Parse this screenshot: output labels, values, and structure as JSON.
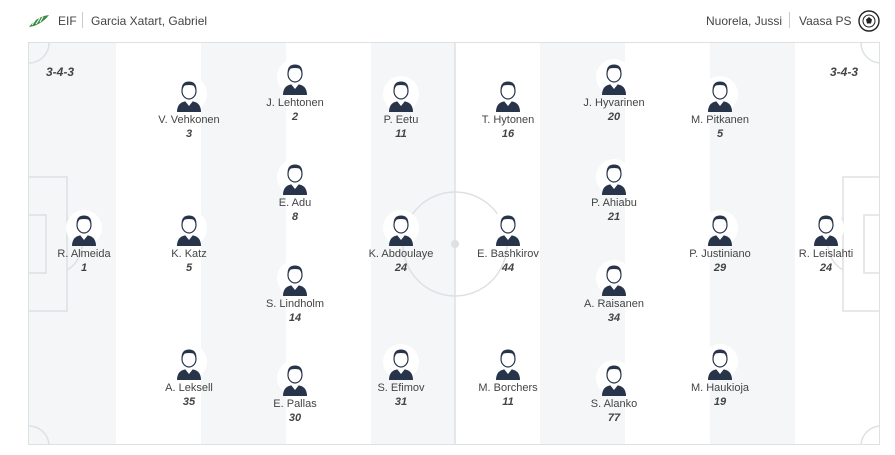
{
  "header": {
    "home_team": "EIF",
    "home_coach": "Garcia Xatart, Gabriel",
    "away_coach": "Nuorela, Jussi",
    "away_team": "Vaasa PS"
  },
  "home": {
    "formation": "3-4-3",
    "players": [
      {
        "name": "R. Almeida",
        "number": "1"
      },
      {
        "name": "V. Vehkonen",
        "number": "3"
      },
      {
        "name": "K. Katz",
        "number": "5"
      },
      {
        "name": "A. Leksell",
        "number": "35"
      },
      {
        "name": "J. Lehtonen",
        "number": "2"
      },
      {
        "name": "E. Adu",
        "number": "8"
      },
      {
        "name": "S. Lindholm",
        "number": "14"
      },
      {
        "name": "E. Pallas",
        "number": "30"
      },
      {
        "name": "P. Eetu",
        "number": "11"
      },
      {
        "name": "K. Abdoulaye",
        "number": "24"
      },
      {
        "name": "S. Efimov",
        "number": "31"
      }
    ]
  },
  "away": {
    "formation": "3-4-3",
    "players": [
      {
        "name": "T. Hytonen",
        "number": "16"
      },
      {
        "name": "E. Bashkirov",
        "number": "44"
      },
      {
        "name": "M. Borchers",
        "number": "11"
      },
      {
        "name": "J. Hyvarinen",
        "number": "20"
      },
      {
        "name": "P. Ahiabu",
        "number": "21"
      },
      {
        "name": "A. Raisanen",
        "number": "34"
      },
      {
        "name": "S. Alanko",
        "number": "77"
      },
      {
        "name": "M. Pitkanen",
        "number": "5"
      },
      {
        "name": "P. Justiniano",
        "number": "29"
      },
      {
        "name": "M. Haukioja",
        "number": "19"
      },
      {
        "name": "R. Leislahti",
        "number": "24"
      }
    ]
  }
}
